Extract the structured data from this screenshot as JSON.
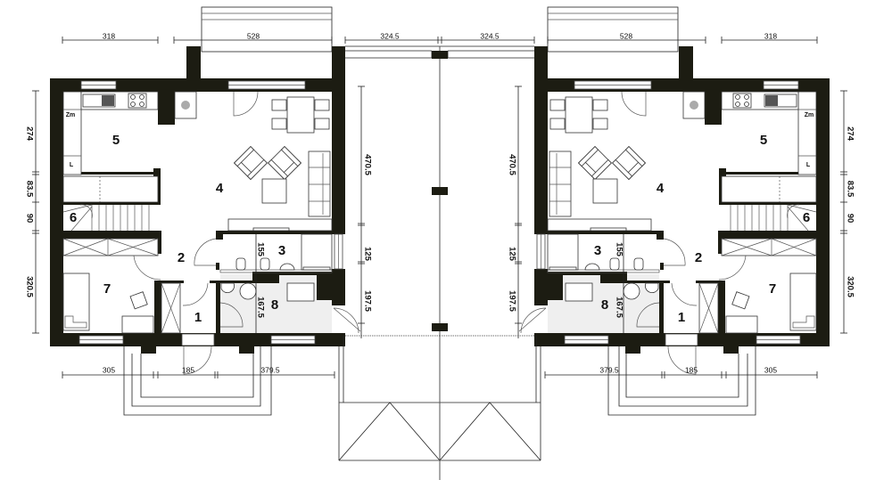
{
  "title": "Semi-detached house ground floor plan",
  "rooms": [
    "5",
    "4",
    "6",
    "2",
    "3",
    "7",
    "1",
    "8"
  ],
  "kitchen_tags": {
    "fridge": "Zm",
    "cabinet": "L"
  },
  "dimensions": {
    "top_house": [
      "318",
      "528"
    ],
    "top_garage": [
      "324.5",
      "324.5"
    ],
    "side": [
      "274",
      "83.5",
      "90",
      "320.5"
    ],
    "bottom": [
      "305",
      "185",
      "379.5"
    ],
    "garage_depth": [
      "470.5",
      "125",
      "197.5"
    ],
    "bath": [
      "155",
      "167.5"
    ]
  },
  "colors": {
    "wall": "#1c1c12",
    "bathroom_floor": "#efefef"
  }
}
